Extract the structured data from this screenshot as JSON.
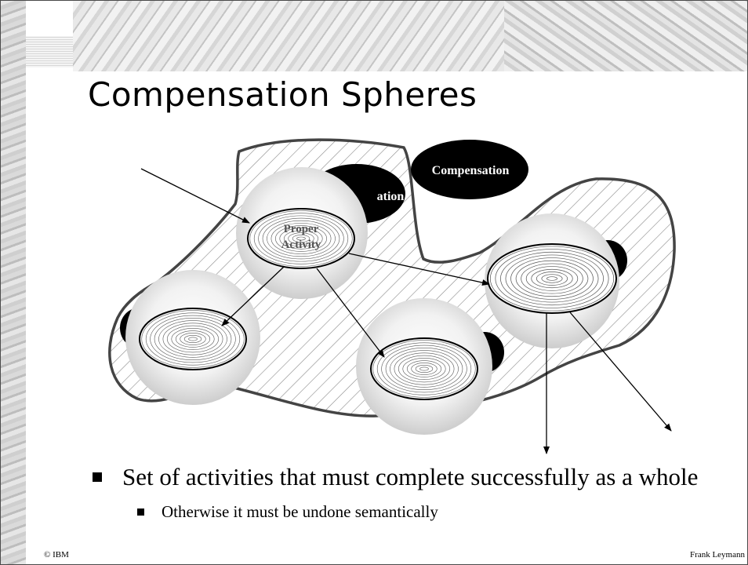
{
  "slide": {
    "title": "Compensation Spheres",
    "bullets": [
      {
        "level": 1,
        "text": "Set of activities that must complete successfully as a whole"
      },
      {
        "level": 2,
        "text": "Otherwise it must be undone semantically"
      }
    ],
    "footer_left": "© IBM",
    "footer_right": "Frank Leymann"
  },
  "diagram": {
    "compensation_label_front": "Compensation",
    "compensation_label_back": "ation",
    "proper_activity_label_line1": "Proper",
    "proper_activity_label_line2": "Activity",
    "sphere_count": 4,
    "arrow_count": 6,
    "icons": [
      "bullet-square-icon"
    ]
  }
}
